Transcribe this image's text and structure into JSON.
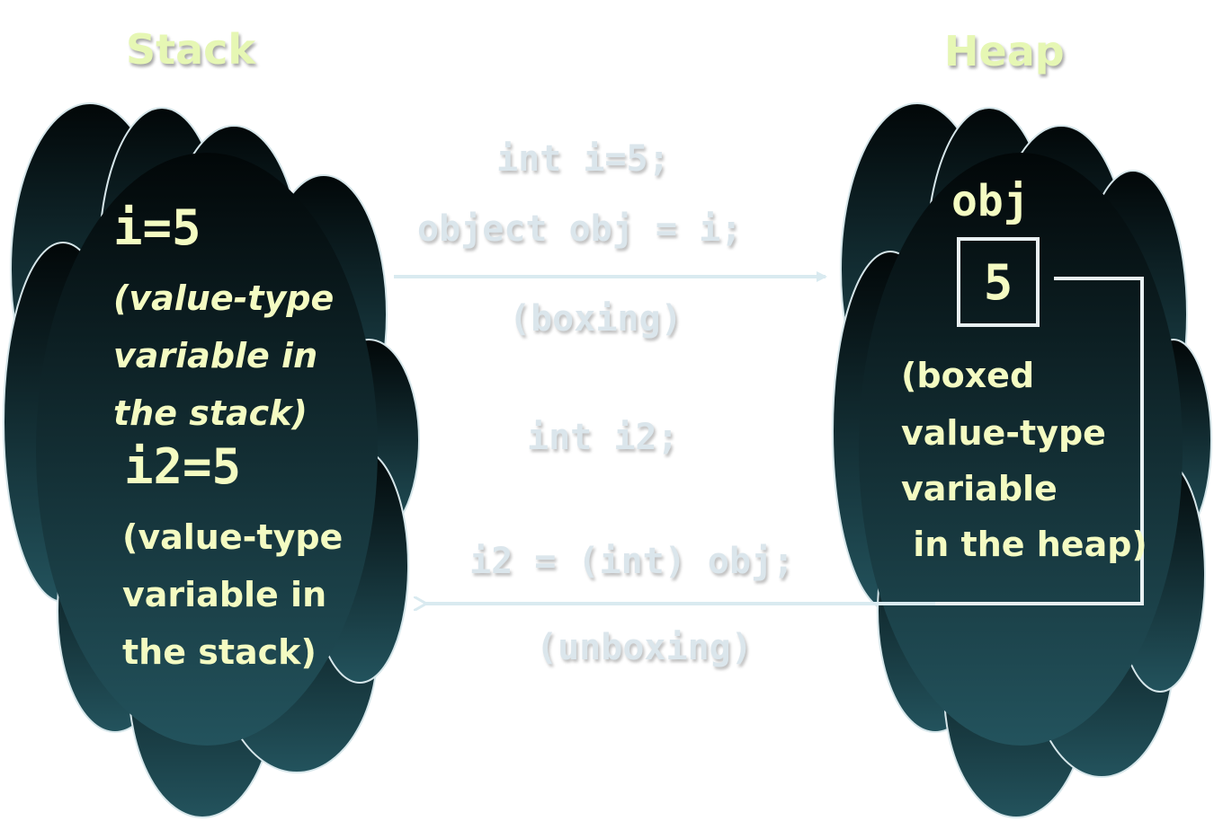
{
  "stack": {
    "title": "Stack",
    "var1": "i=5",
    "var1_note": "(value-type variable in the stack)",
    "var2": "i2=5",
    "var2_note": "(value-type variable in the stack)"
  },
  "heap": {
    "title": "Heap",
    "obj_label": "obj",
    "boxed_value": "5",
    "boxed_note_line1": "(boxed",
    "boxed_note_line2": "value-type",
    "boxed_note_line3": "variable",
    "boxed_note_line4": " in the heap)"
  },
  "code": {
    "line1": "int i=5;",
    "line2": "object obj = i;",
    "boxing": "(boxing)",
    "line3": "int i2;",
    "line4": "i2 = (int) obj;",
    "unboxing": "(unboxing)"
  },
  "colors": {
    "cloud_top": "#020708",
    "cloud_bottom": "#23535d",
    "cloud_outline": "#d6e6ea",
    "title": "#e6f7b4",
    "yellow_text": "#f4fbc2",
    "code_text": "#dbe6ec",
    "arrow": "#d9eaf0"
  }
}
